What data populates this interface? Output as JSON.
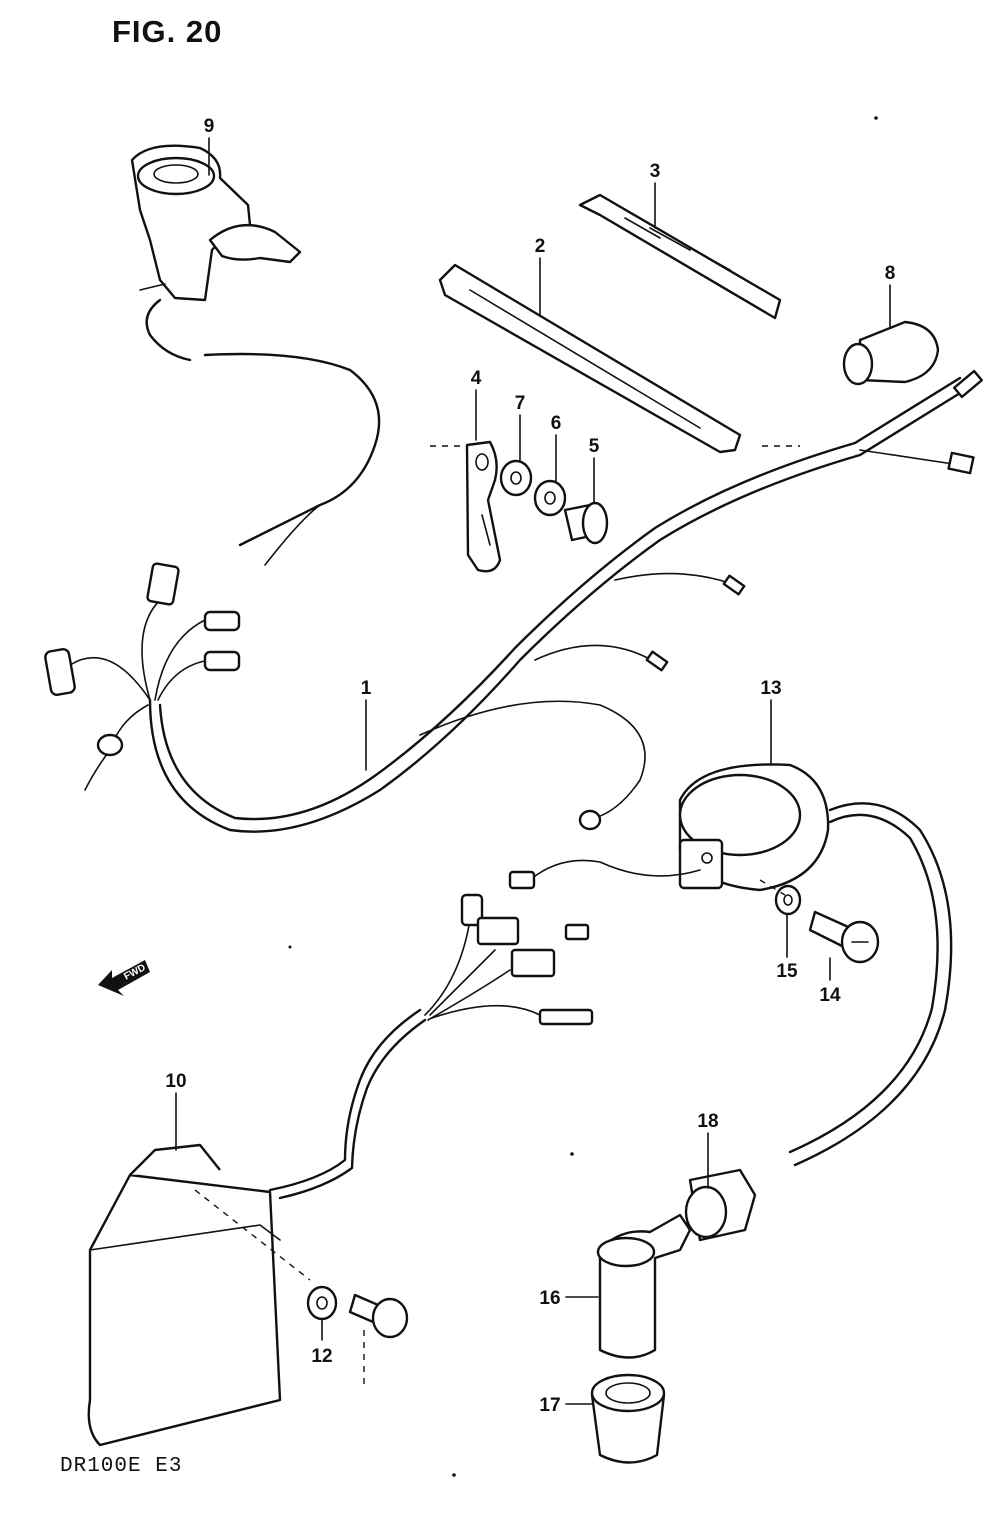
{
  "figure": {
    "title": "FIG. 20",
    "model_code": "DR100E  E3",
    "fwd_label": "FWD"
  },
  "parts": [
    {
      "ref": "1"
    },
    {
      "ref": "2"
    },
    {
      "ref": "3"
    },
    {
      "ref": "4"
    },
    {
      "ref": "5"
    },
    {
      "ref": "6"
    },
    {
      "ref": "7"
    },
    {
      "ref": "8"
    },
    {
      "ref": "9"
    },
    {
      "ref": "10"
    },
    {
      "ref": "12"
    },
    {
      "ref": "13"
    },
    {
      "ref": "14"
    },
    {
      "ref": "15"
    },
    {
      "ref": "16"
    },
    {
      "ref": "17"
    },
    {
      "ref": "18"
    }
  ]
}
